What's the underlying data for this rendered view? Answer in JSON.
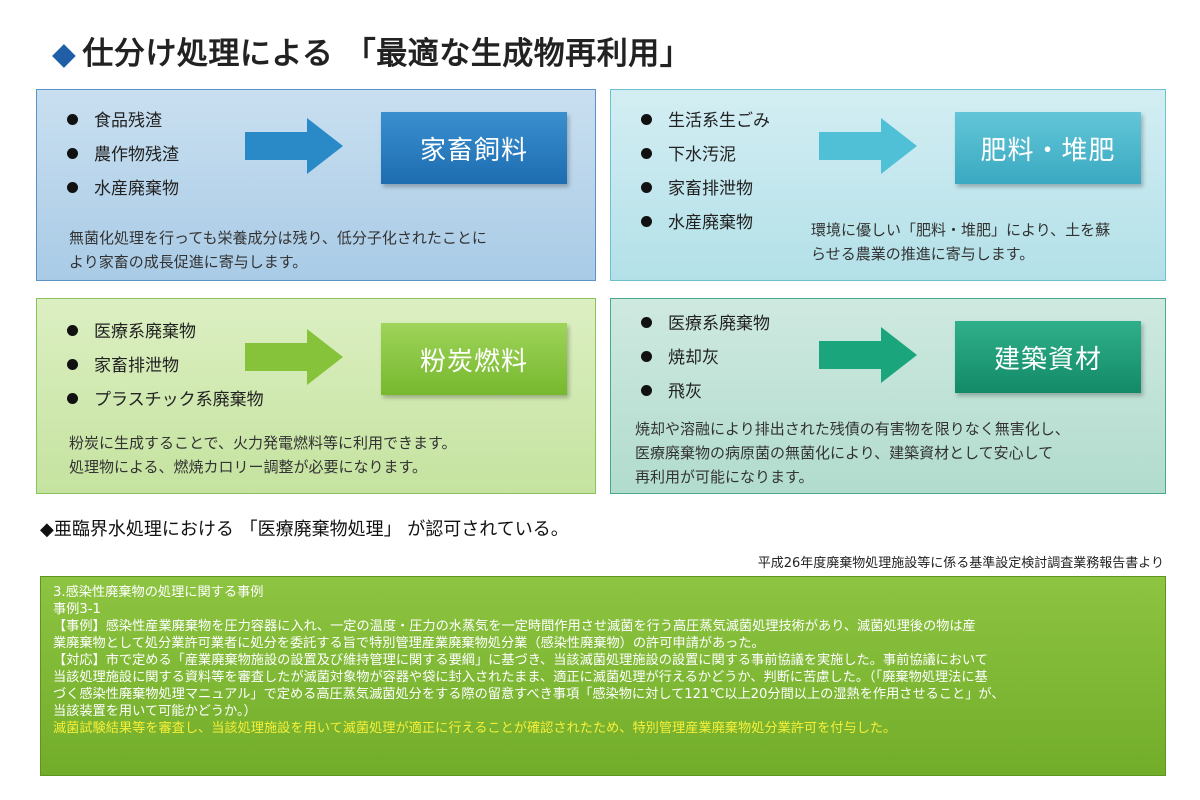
{
  "title": {
    "diamond": "◆",
    "text": "仕分け処理による 「最適な生成物再利用」"
  },
  "panels": [
    {
      "items": [
        "食品残渣",
        "農作物残渣",
        "水産廃棄物"
      ],
      "target": "家畜飼料",
      "desc": [
        "無菌化処理を行っても栄養成分は残り、低分子化されたことに",
        "より家畜の成長促進に寄与します。"
      ]
    },
    {
      "items": [
        "生活系生ごみ",
        "下水汚泥",
        "家畜排泄物",
        "水産廃棄物"
      ],
      "target": "肥料・堆肥",
      "desc": [
        "環境に優しい「肥料・堆肥」により、土を蘇",
        "らせる農業の推進に寄与します。"
      ]
    },
    {
      "items": [
        "医療系廃棄物",
        "家畜排泄物",
        "プラスチック系廃棄物"
      ],
      "target": "粉炭燃料",
      "desc": [
        "粉炭に生成することで、火力発電燃料等に利用できます。",
        "処理物による、燃焼カロリー調整が必要になります。"
      ]
    },
    {
      "items": [
        "医療系廃棄物",
        "焼却灰",
        "飛灰"
      ],
      "target": "建築資材",
      "desc": [
        "焼却や溶融により排出された残債の有害物を限りなく無害化し、",
        "医療廃棄物の病原菌の無菌化により、建築資材として安心して",
        "再利用が可能になります。"
      ]
    }
  ],
  "note": "◆亜臨界水処理における 「医療廃棄物処理」 が認可されている。",
  "source": "平成26年度廃棄物処理施設等に係る基準設定検討調査業務報告書より",
  "case": {
    "lines": [
      "3.感染性廃棄物の処理に関する事例",
      "事例3-1",
      "【事例】感染性産業廃棄物を圧力容器に入れ、一定の温度・圧力の水蒸気を一定時間作用させ滅菌を行う高圧蒸気滅菌処理技術があり、滅菌処理後の物は産",
      "業廃棄物として処分業許可業者に処分を委託する旨で特別管理産業廃棄物処分業（感染性廃棄物）の許可申請があった。",
      "【対応】市で定める「産業廃棄物施設の設置及び維持管理に関する要綱」に基づき、当該滅菌処理施設の設置に関する事前協議を実施した。事前協議において",
      "当該処理施設に関する資料等を審査したが滅菌対象物が容器や袋に封入されたまま、適正に滅菌処理が行えるかどうか、判断に苦慮した。（「廃棄物処理法に基",
      "づく感染性廃棄物処理マニュアル」で定める高圧蒸気滅菌処分をする際の留意すべき事項「感染物に対して121℃以上20分間以上の湿熱を作用させること」が、",
      "当該装置を用いて可能かどうか。）"
    ],
    "highlight": "滅菌試験結果等を審査し、当該処理施設を用いて滅菌処理が適正に行えることが確認されたため、特別管理産業廃棄物処分業許可を付与した。"
  },
  "colors": {
    "panel1": "#a9cbe6",
    "panel2": "#b3e0e8",
    "panel3": "#c5e3a0",
    "panel4": "#b1dccd",
    "arrow1": "#2a8ac8",
    "arrow2": "#4fc0d6",
    "arrow3": "#86c33a",
    "arrow4": "#1ba57c",
    "case_box": "#7fb935",
    "highlight_text": "#f5ef3a"
  }
}
